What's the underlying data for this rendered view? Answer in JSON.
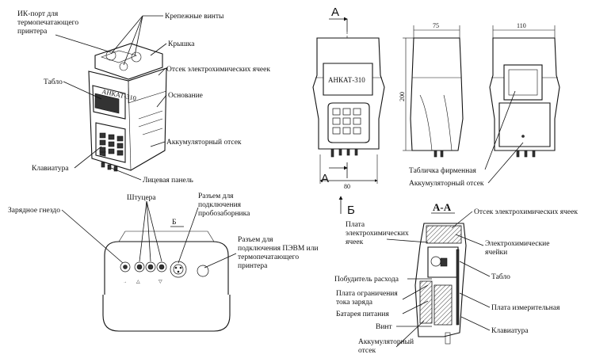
{
  "labels": {
    "ir_port": [
      "ИК-порт для",
      "термопечатающего",
      "принтера"
    ],
    "screws": "Крепежные винты",
    "cover": "Крышка",
    "cell_compartment": "Отсек электрохимических ячеек",
    "display": "Табло",
    "base": "Основание",
    "battery_compartment": "Аккумуляторный отсек",
    "keyboard": "Клавиатура",
    "front_panel": "Лицевая панель",
    "fittings": "Штуцера",
    "charge_socket": "Зарядное гнездо",
    "probe_connector": [
      "Разъем для",
      "подключения",
      "пробозаборника"
    ],
    "pc_connector": [
      "Разъем для",
      "подключения ПЭВМ или",
      "термопечатающего",
      "принтера"
    ],
    "nameplate": "Табличка фирменная",
    "battery_compartment_2": "Аккумуляторный отсек"
  },
  "views": {
    "b_view": "Б",
    "b_arrow": "Б",
    "section": "А-А",
    "cut_a_top": "А",
    "cut_a_bottom": "А"
  },
  "device": {
    "model": "АНКАТ-310"
  },
  "dimensions": {
    "depth": "75",
    "width": "110",
    "height": "200",
    "bottom_width": "80"
  },
  "section_labels": {
    "cell_compartment": "Отсек электрохимических ячеек",
    "cell_board": [
      "Плата",
      "электрохимических",
      "ячеек"
    ],
    "cells": [
      "Электрохимические",
      "ячейки"
    ],
    "flow_pump": "Побудитель расхода",
    "display": "Табло",
    "charge_limit_board": [
      "Плата ограничения",
      "тока заряда"
    ],
    "power_battery": "Батарея питания",
    "measuring_board": "Плата измерительная",
    "screw": "Винт",
    "keyboard": "Клавиатура",
    "battery_compartment": [
      "Аккумуляторный",
      "отсек"
    ]
  }
}
